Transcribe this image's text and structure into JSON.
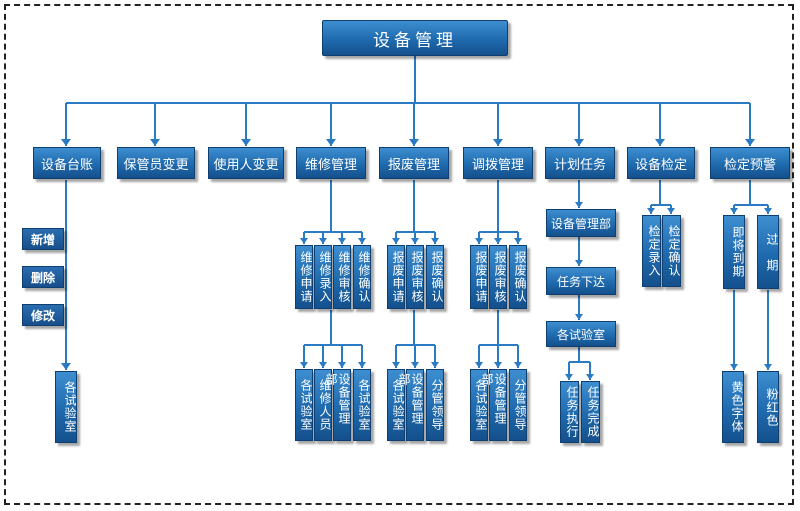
{
  "root": "设备管理",
  "categories": [
    "设备台账",
    "保管员变更",
    "使用人变更",
    "维修管理",
    "报废管理",
    "调拨管理",
    "计划任务",
    "设备检定",
    "检定预警"
  ],
  "ledger": {
    "actions": [
      "新增",
      "删除",
      "修改"
    ],
    "node": "各试验室"
  },
  "repair": {
    "steps": [
      "维修申请",
      "维修录入",
      "维修审核",
      "维修确认"
    ],
    "roles": [
      "各试验室",
      "维修人员",
      "设备管理部",
      "各试验室"
    ]
  },
  "scrap": {
    "steps": [
      "报废申请",
      "报废审核",
      "报废确认"
    ],
    "roles": [
      "各试验室",
      "设备管理部",
      "分管领导"
    ]
  },
  "transfer": {
    "steps": [
      "报废申请",
      "报废审核",
      "报废确认"
    ],
    "roles": [
      "各试验室",
      "设备管理部",
      "分管领导"
    ]
  },
  "plan": {
    "chain": [
      "设备管理部",
      "任务下达",
      "各试验室"
    ],
    "ends": [
      "任务执行",
      "任务完成"
    ]
  },
  "verify": {
    "steps": [
      "检定录入",
      "检定确认"
    ]
  },
  "warning": {
    "items": [
      "即将到期",
      "过　期"
    ],
    "results": [
      "黄色字体",
      "粉红色"
    ]
  }
}
